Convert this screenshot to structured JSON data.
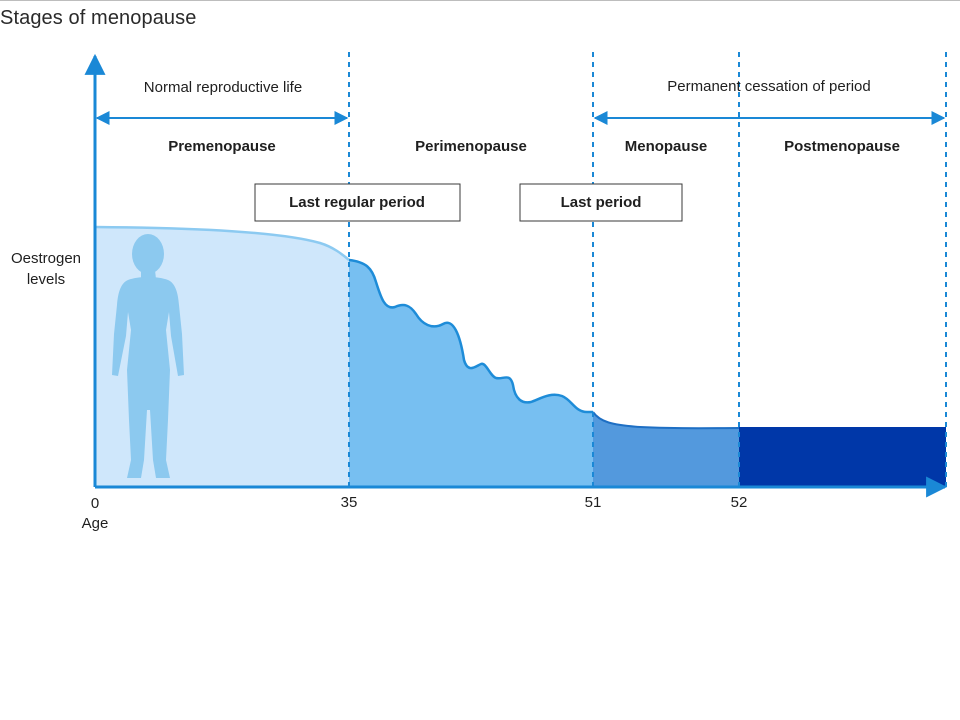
{
  "title": "Stages of menopause",
  "y_label_line1": "Oestrogen",
  "y_label_line2": "levels",
  "x_label": "Age",
  "ticks": [
    "0",
    "35",
    "51",
    "52"
  ],
  "spans": {
    "normal_life": "Normal reproductive life",
    "permanent_cessation": "Permanent cessation of period"
  },
  "stages": [
    "Premenopause",
    "Perimenopause",
    "Menopause",
    "Postmenopause"
  ],
  "events": {
    "last_regular_period": "Last regular period",
    "last_period": "Last period"
  },
  "colors": {
    "axis": "#1a88d6",
    "premenopause": "#cfe7fb",
    "premenopause_line": "#8ccaf1",
    "perimenopause": "#77bff1",
    "perimenopause_line": "#1e8cd8",
    "menopause": "#5399dd",
    "menopause_line": "#1e6fc4",
    "postmenopause": "#0037a8",
    "figure": "#8cc9ef"
  },
  "icons": [
    "woman-silhouette-icon"
  ]
}
